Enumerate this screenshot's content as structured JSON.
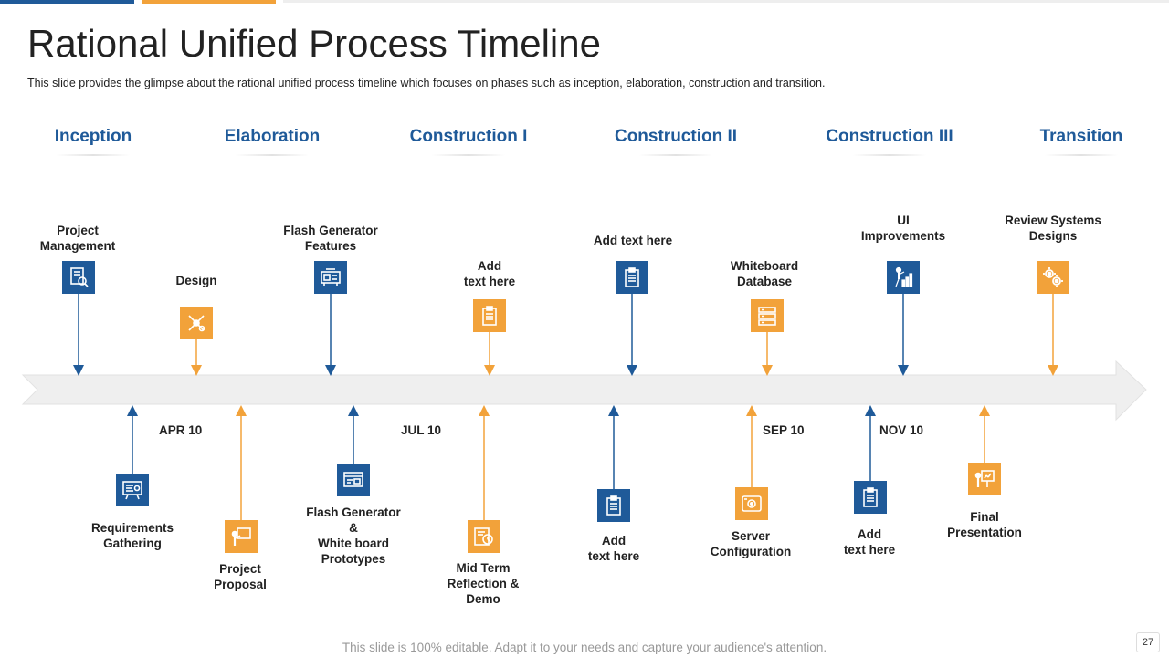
{
  "header": {
    "title": "Rational Unified Process Timeline",
    "subtitle": "This slide provides  the glimpse about the rational unified  process timeline which focuses on phases such as inception, elaboration, construction and transition."
  },
  "phases": [
    "Inception",
    "Elaboration",
    "Construction I",
    "Construction II",
    "Construction III",
    "Transition"
  ],
  "dates": [
    "APR 10",
    "JUL 10",
    "SEP 10",
    "NOV 10"
  ],
  "milestones_top": [
    {
      "label": "Project\nManagement",
      "icon": "report-search-icon",
      "color": "blue"
    },
    {
      "label": "Design",
      "icon": "design-tools-icon",
      "color": "orange"
    },
    {
      "label": "Flash Generator\nFeatures",
      "icon": "generator-icon",
      "color": "blue"
    },
    {
      "label": "Add\ntext here",
      "icon": "clipboard-icon",
      "color": "orange"
    },
    {
      "label": "Add text here",
      "icon": "clipboard-icon",
      "color": "blue"
    },
    {
      "label": "Whiteboard\nDatabase",
      "icon": "database-icon",
      "color": "orange"
    },
    {
      "label": "UI\nImprovements",
      "icon": "growth-chart-icon",
      "color": "blue"
    },
    {
      "label": "Review Systems\nDesigns",
      "icon": "gears-icon",
      "color": "orange"
    }
  ],
  "milestones_bottom": [
    {
      "label": "Requirements\nGathering",
      "icon": "requirements-icon",
      "color": "blue"
    },
    {
      "label": "Project\nProposal",
      "icon": "presenter-icon",
      "color": "orange"
    },
    {
      "label": "Flash Generator\n&\nWhite board\nPrototypes",
      "icon": "prototype-icon",
      "color": "blue"
    },
    {
      "label": "Mid Term\nReflection &\nDemo",
      "icon": "reflection-icon",
      "color": "orange"
    },
    {
      "label": "Add\ntext here",
      "icon": "clipboard-icon",
      "color": "blue"
    },
    {
      "label": "Server\nConfiguration",
      "icon": "server-icon",
      "color": "orange"
    },
    {
      "label": "Add\ntext here",
      "icon": "clipboard-icon",
      "color": "blue"
    },
    {
      "label": "Final\nPresentation",
      "icon": "presentation-icon",
      "color": "orange"
    }
  ],
  "colors": {
    "blue": "#1f5a99",
    "orange": "#f2a23a",
    "arrow": "#efefef"
  },
  "footer": {
    "note": "This slide is 100% editable. Adapt it to your needs and capture your audience's attention.",
    "page": "27"
  }
}
